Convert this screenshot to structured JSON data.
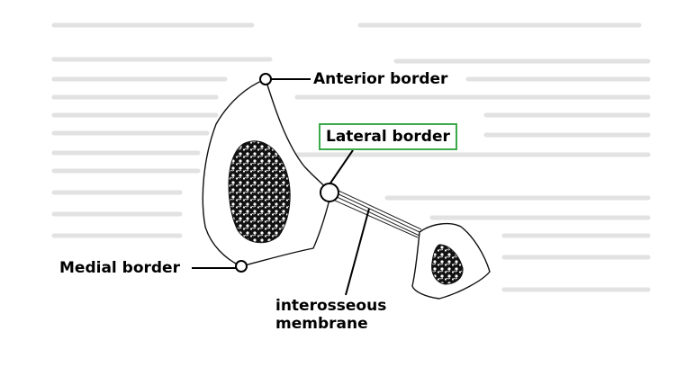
{
  "labels": {
    "anterior_border": "Anterior border",
    "lateral_border": "Lateral border",
    "medial_border": "Medial border",
    "interosseous_line1": "interosseous",
    "interosseous_line2": "membrane"
  },
  "colors": {
    "highlight_box": "#3aaa4a",
    "ink": "#000000",
    "background_text": "#d8d8d8"
  }
}
